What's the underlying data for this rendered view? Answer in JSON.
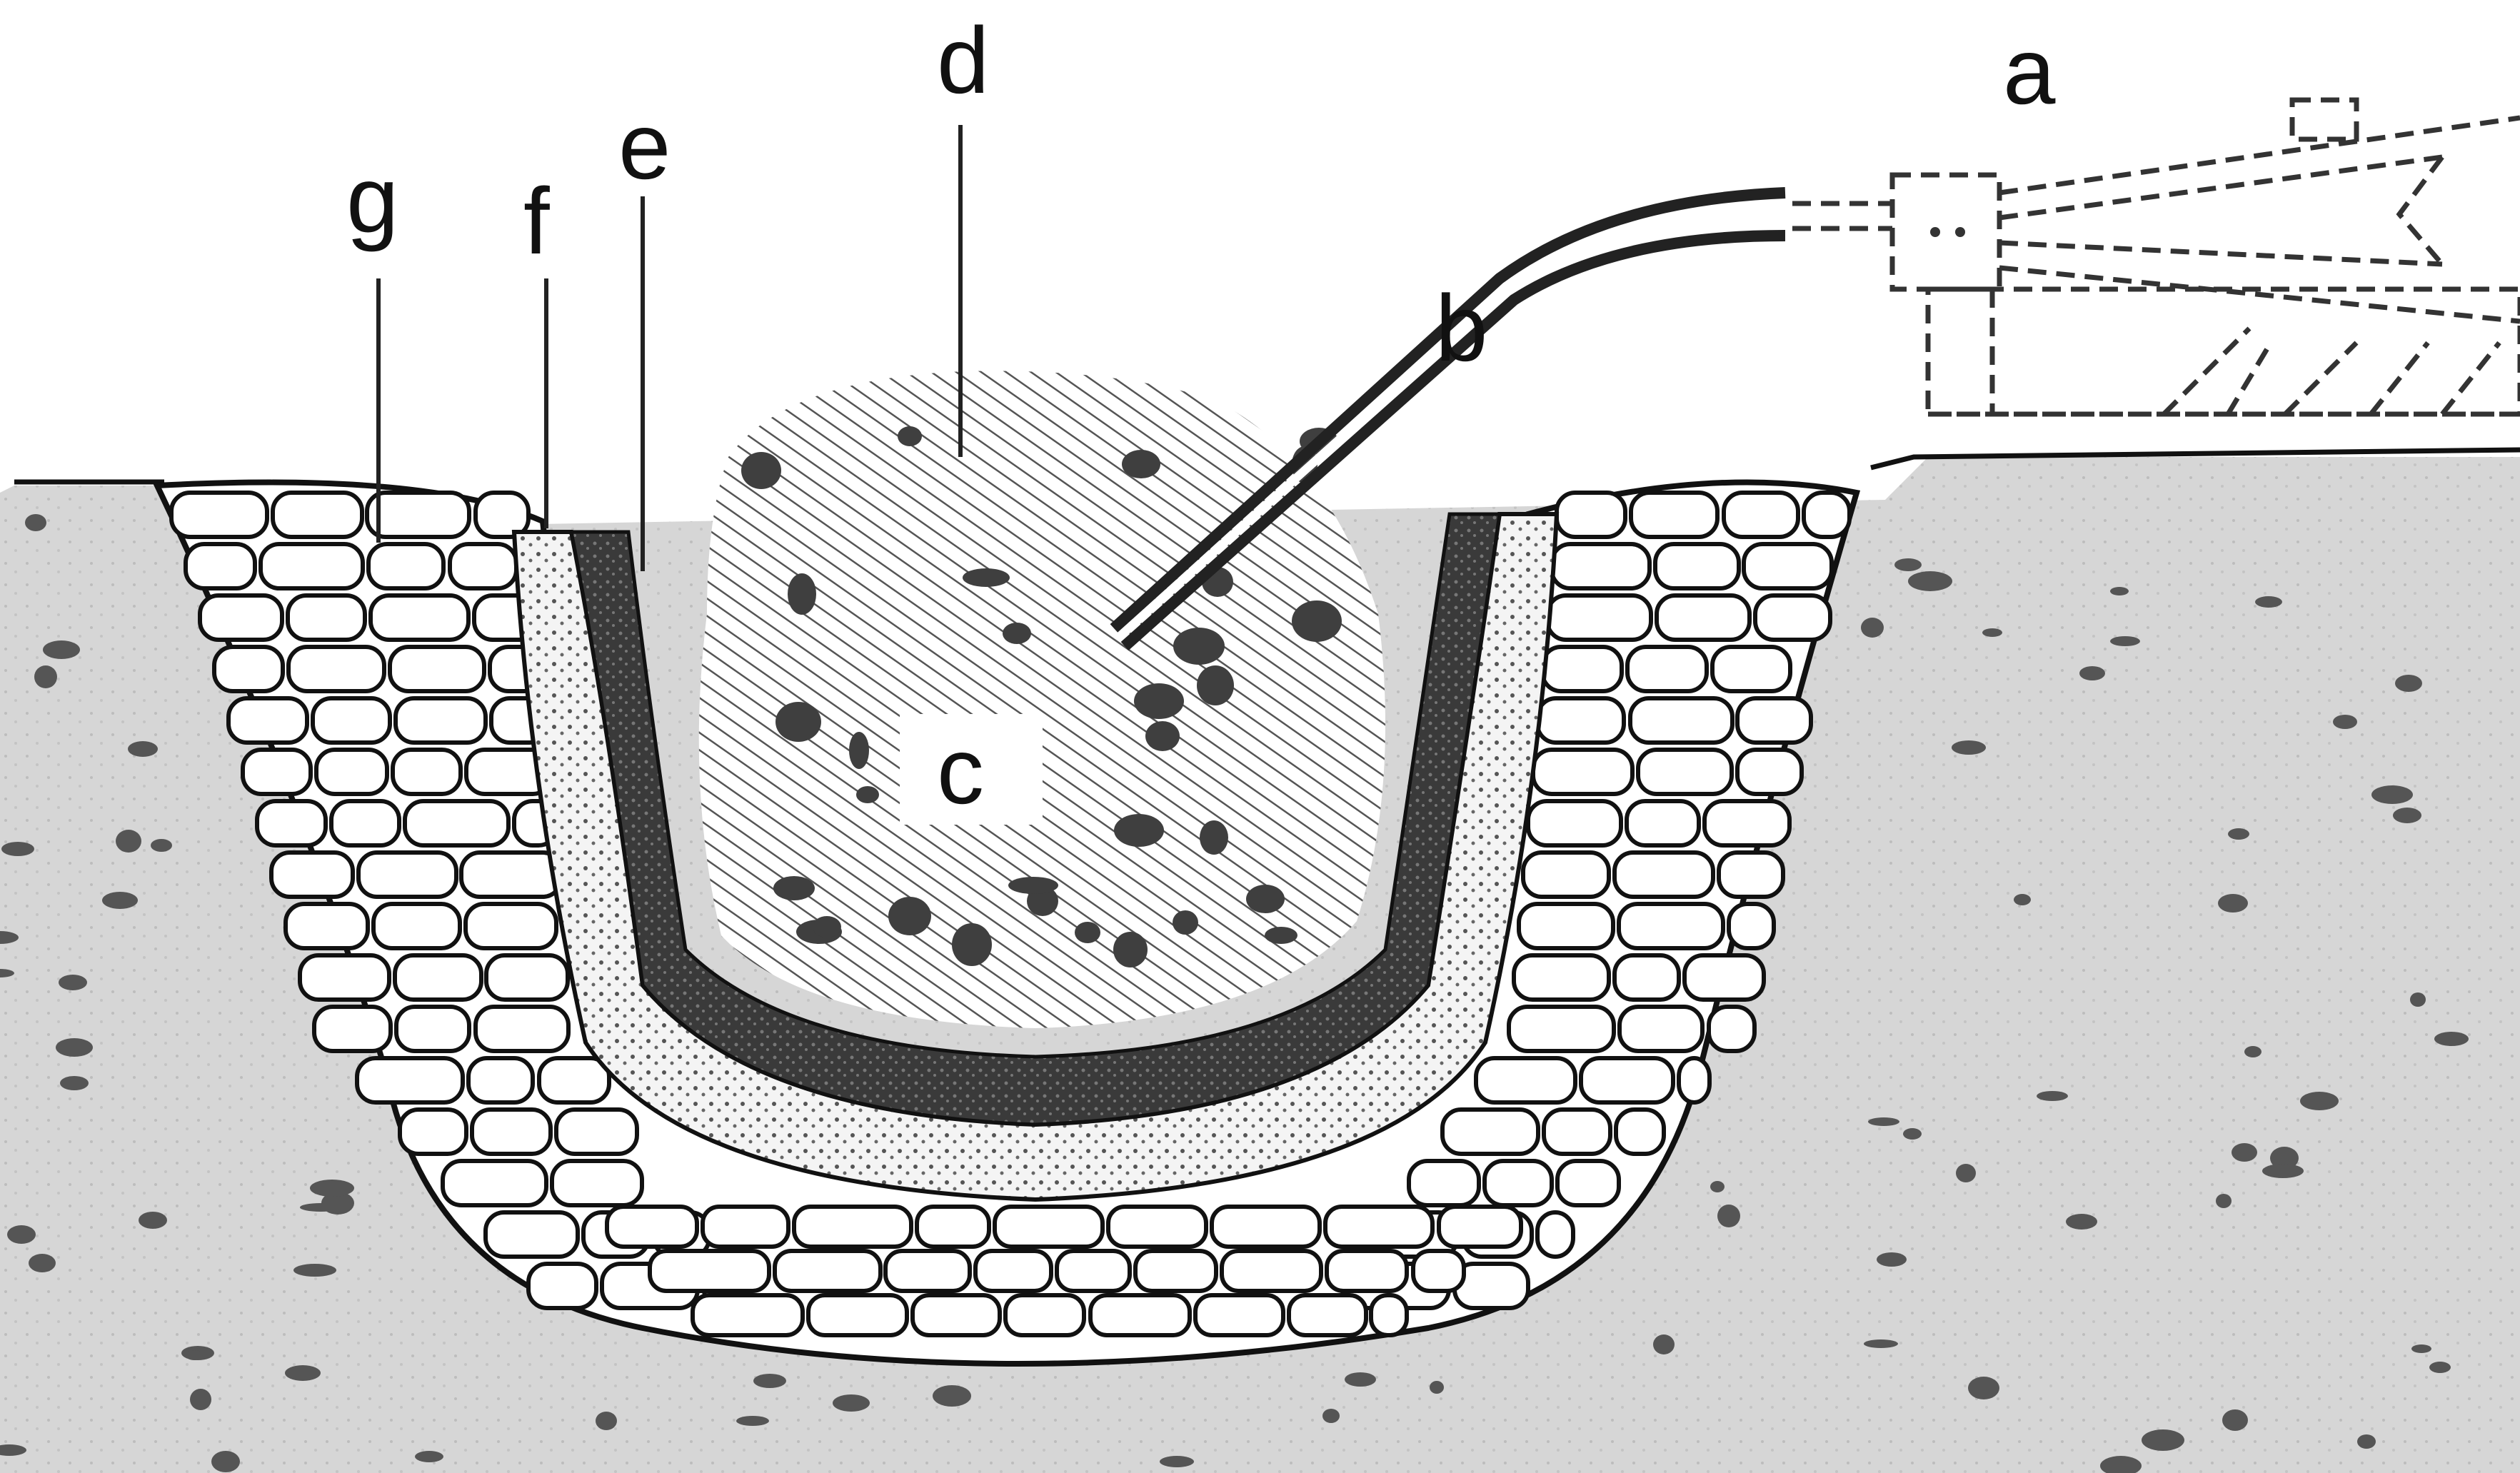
{
  "diagram": {
    "labels": {
      "a": "a",
      "b": "b",
      "c": "c",
      "d": "d",
      "e": "e",
      "f": "f",
      "g": "g"
    },
    "colors": {
      "soil": "#d7d7d7",
      "soil_speckle": "#555555",
      "stone_fill": "#ffffff",
      "stone_outline": "#111111",
      "sand_layer": "#f2f2f2",
      "dark_liner": "#3a3a3a",
      "waste_hatch": "#6b6b6b",
      "pipe": "#222222"
    }
  }
}
